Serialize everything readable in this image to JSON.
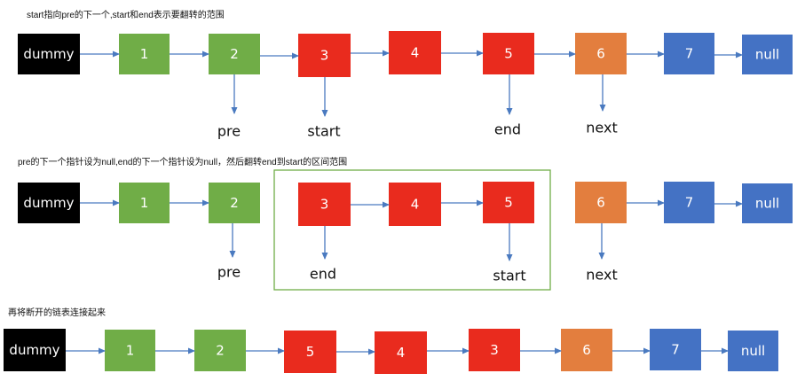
{
  "colors": {
    "black": "#000000",
    "green": "#70AD47",
    "red": "#E92B1E",
    "orange": "#E37E3E",
    "blue": "#4472C4",
    "arrow": "#4A7AC0",
    "group_border": "#70AD47"
  },
  "rows": [
    {
      "caption": "start指向pre的下一个,start和end表示要翻转的范围",
      "nodes": [
        {
          "label": "dummy",
          "color": "black"
        },
        {
          "label": "1",
          "color": "green"
        },
        {
          "label": "2",
          "color": "green"
        },
        {
          "label": "3",
          "color": "red"
        },
        {
          "label": "4",
          "color": "red"
        },
        {
          "label": "5",
          "color": "red"
        },
        {
          "label": "6",
          "color": "orange"
        },
        {
          "label": "7",
          "color": "blue"
        },
        {
          "label": "null",
          "color": "blue"
        }
      ],
      "pointers": [
        {
          "label": "pre",
          "node": 2
        },
        {
          "label": "start",
          "node": 3
        },
        {
          "label": "end",
          "node": 5
        },
        {
          "label": "next",
          "node": 6
        }
      ]
    },
    {
      "caption": "pre的下一个指针设为null,end的下一个指针设为null，然后翻转end到start的区间范围",
      "nodes": [
        {
          "label": "dummy",
          "color": "black"
        },
        {
          "label": "1",
          "color": "green"
        },
        {
          "label": "2",
          "color": "green"
        },
        {
          "label": "3",
          "color": "red"
        },
        {
          "label": "4",
          "color": "red"
        },
        {
          "label": "5",
          "color": "red"
        },
        {
          "label": "6",
          "color": "orange"
        },
        {
          "label": "7",
          "color": "blue"
        },
        {
          "label": "null",
          "color": "blue"
        }
      ],
      "pointers": [
        {
          "label": "pre",
          "node": 2
        },
        {
          "label": "end",
          "node": 3
        },
        {
          "label": "start",
          "node": 5
        },
        {
          "label": "next",
          "node": 6
        }
      ]
    },
    {
      "caption": "再将断开的链表连接起来",
      "nodes": [
        {
          "label": "dummy",
          "color": "black"
        },
        {
          "label": "1",
          "color": "green"
        },
        {
          "label": "2",
          "color": "green"
        },
        {
          "label": "5",
          "color": "red"
        },
        {
          "label": "4",
          "color": "red"
        },
        {
          "label": "3",
          "color": "red"
        },
        {
          "label": "6",
          "color": "orange"
        },
        {
          "label": "7",
          "color": "blue"
        },
        {
          "label": "null",
          "color": "blue"
        }
      ],
      "pointers": []
    }
  ]
}
